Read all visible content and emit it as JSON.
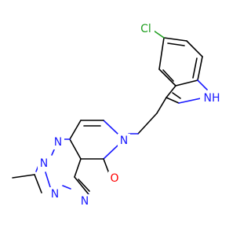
{
  "atoms": {
    "chlorine": "Cl",
    "indole_nh": "NH",
    "n_alkyl": "N",
    "oxygen": "O",
    "n_triazole_1": "N",
    "n_triazole_2": "N",
    "n_triazole_3": "N",
    "n_pyrimidine": "N"
  },
  "colors": {
    "carbon_bond": "#000000",
    "nitrogen": "#1a1aff",
    "oxygen": "#ff0000",
    "chlorine": "#1f9e1f",
    "background": "#ffffff"
  }
}
